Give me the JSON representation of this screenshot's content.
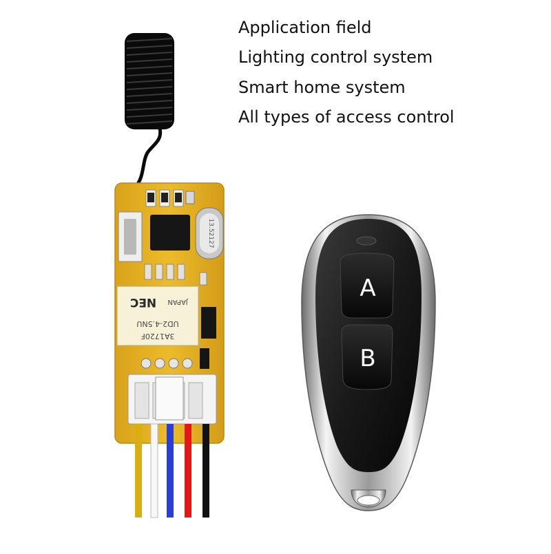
{
  "captions": [
    "Application field",
    "Lighting control system",
    "Smart home system",
    "All types of access control"
  ],
  "remote": {
    "button_a": "A",
    "button_b": "B"
  },
  "board": {
    "relay_brand": "NEC",
    "relay_origin": "JAPAN",
    "relay_model": "UD2-4.5NU",
    "relay_code": "3A1720F",
    "crystal": "13.52127"
  },
  "colors": {
    "pcb": "#e8b21c",
    "remote_body": "#1c1c1c",
    "chrome": "#c8c8c8",
    "wires": [
      "#d8ae10",
      "#ffffff",
      "#2a3fd0",
      "#e01818",
      "#111111"
    ]
  }
}
